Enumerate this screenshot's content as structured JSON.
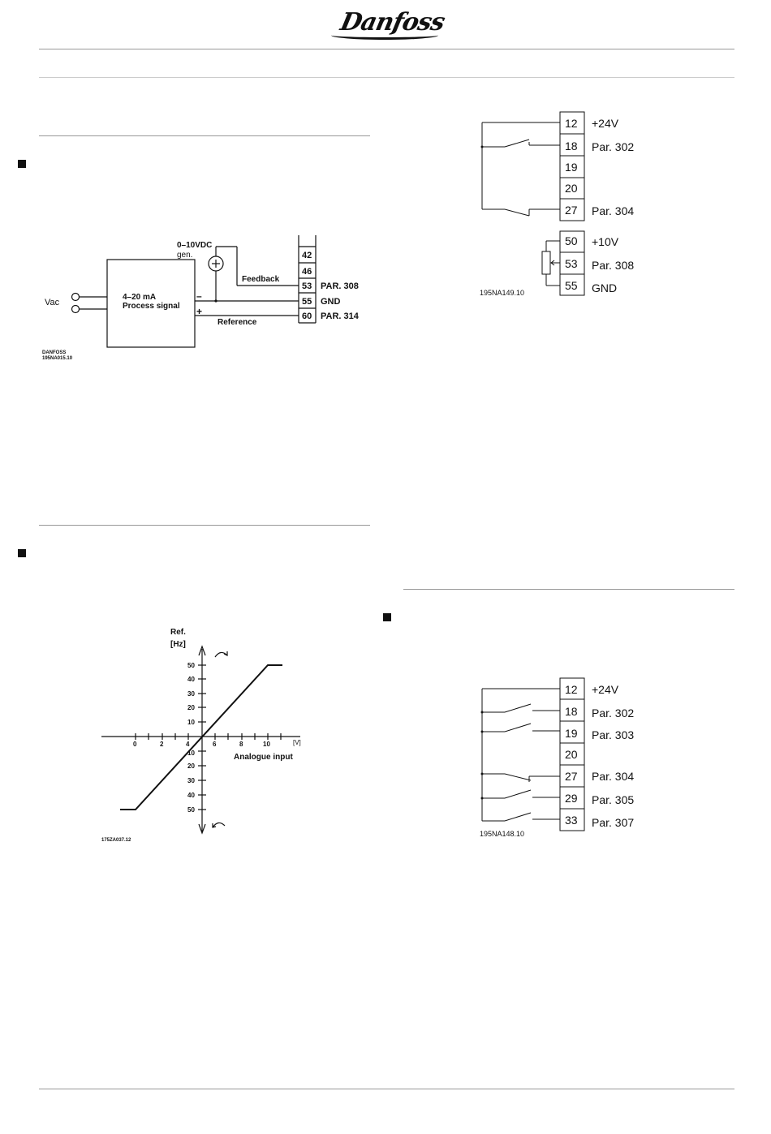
{
  "brand": {
    "logo_text": "Danfoss"
  },
  "diagram_process": {
    "vac": "Vac",
    "box_line1": "4–20 mA",
    "box_line2": "Process signal",
    "gen_line1": "0–10VDC",
    "gen_line2": "gen.",
    "feedback": "Feedback",
    "reference": "Reference",
    "minus": "–",
    "plus": "+",
    "terminals": [
      "42",
      "46",
      "53",
      "55",
      "60"
    ],
    "labels": [
      "",
      "",
      "PAR. 308",
      "GND",
      "PAR. 314"
    ],
    "code_line1": "DANFOSS",
    "code_line2": "195NA015.10"
  },
  "diagram_graph": {
    "ylabel_line1": "Ref.",
    "ylabel_line2": "[Hz]",
    "xunit": "[V]",
    "xlabel": "Analogue input",
    "x_ticks": [
      "0",
      "2",
      "4",
      "6",
      "8",
      "10"
    ],
    "y_ticks_upper": [
      "50",
      "40",
      "30",
      "20",
      "10"
    ],
    "y_ticks_lower": [
      "10",
      "20",
      "30",
      "40",
      "50"
    ],
    "code": "175ZA037.12"
  },
  "diagram_pot": {
    "terminals_a": [
      "12",
      "18",
      "19",
      "20",
      "27"
    ],
    "labels_a": [
      "+24V",
      "Par. 302",
      "",
      "",
      "Par. 304"
    ],
    "terminals_b": [
      "50",
      "53",
      "55"
    ],
    "labels_b": [
      "+10V",
      "Par. 308",
      "GND"
    ],
    "code": "195NA149.10"
  },
  "diagram_switch": {
    "terminals": [
      "12",
      "18",
      "19",
      "20",
      "27",
      "29",
      "33"
    ],
    "labels": [
      "+24V",
      "Par. 302",
      "Par. 303",
      "",
      "Par. 304",
      "Par. 305",
      "Par. 307"
    ],
    "code": "195NA148.10"
  }
}
